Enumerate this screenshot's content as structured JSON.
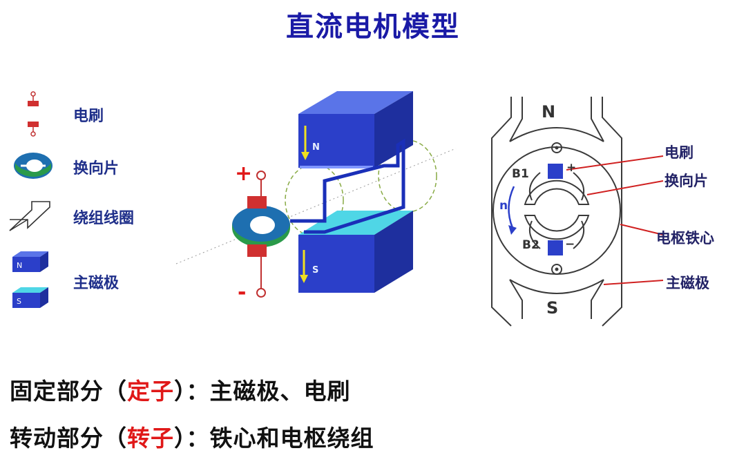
{
  "title": "直流电机模型",
  "legend": {
    "brush": "电刷",
    "commutator": "换向片",
    "winding": "绕组线圈",
    "main_pole": "主磁极"
  },
  "middle": {
    "plus": "+",
    "minus": "-",
    "pole_s": "S",
    "pole_n": "N"
  },
  "right": {
    "pole_n": "N",
    "pole_s": "S",
    "b1": "B1",
    "b2": "B2",
    "plus": "+",
    "minus": "−",
    "rotation": "n",
    "labels": {
      "brush": "电刷",
      "commutator": "换向片",
      "armature_core": "电枢铁心",
      "main_pole": "主磁极"
    }
  },
  "bottom": {
    "line1": {
      "prefix": "固定部分（",
      "highlight": "定子",
      "suffix": "）：主磁极、电刷"
    },
    "line2": {
      "prefix": "转动部分（",
      "highlight": "转子",
      "suffix": "）：铁心和电枢绕组"
    }
  },
  "colors": {
    "title": "#1a1aa6",
    "pole_blue": "#2b3fc9",
    "pole_cyan": "#4fd6e6",
    "brush_red": "#d03030",
    "commutator_green": "#1e7a3a",
    "highlight_red": "#e01818"
  }
}
